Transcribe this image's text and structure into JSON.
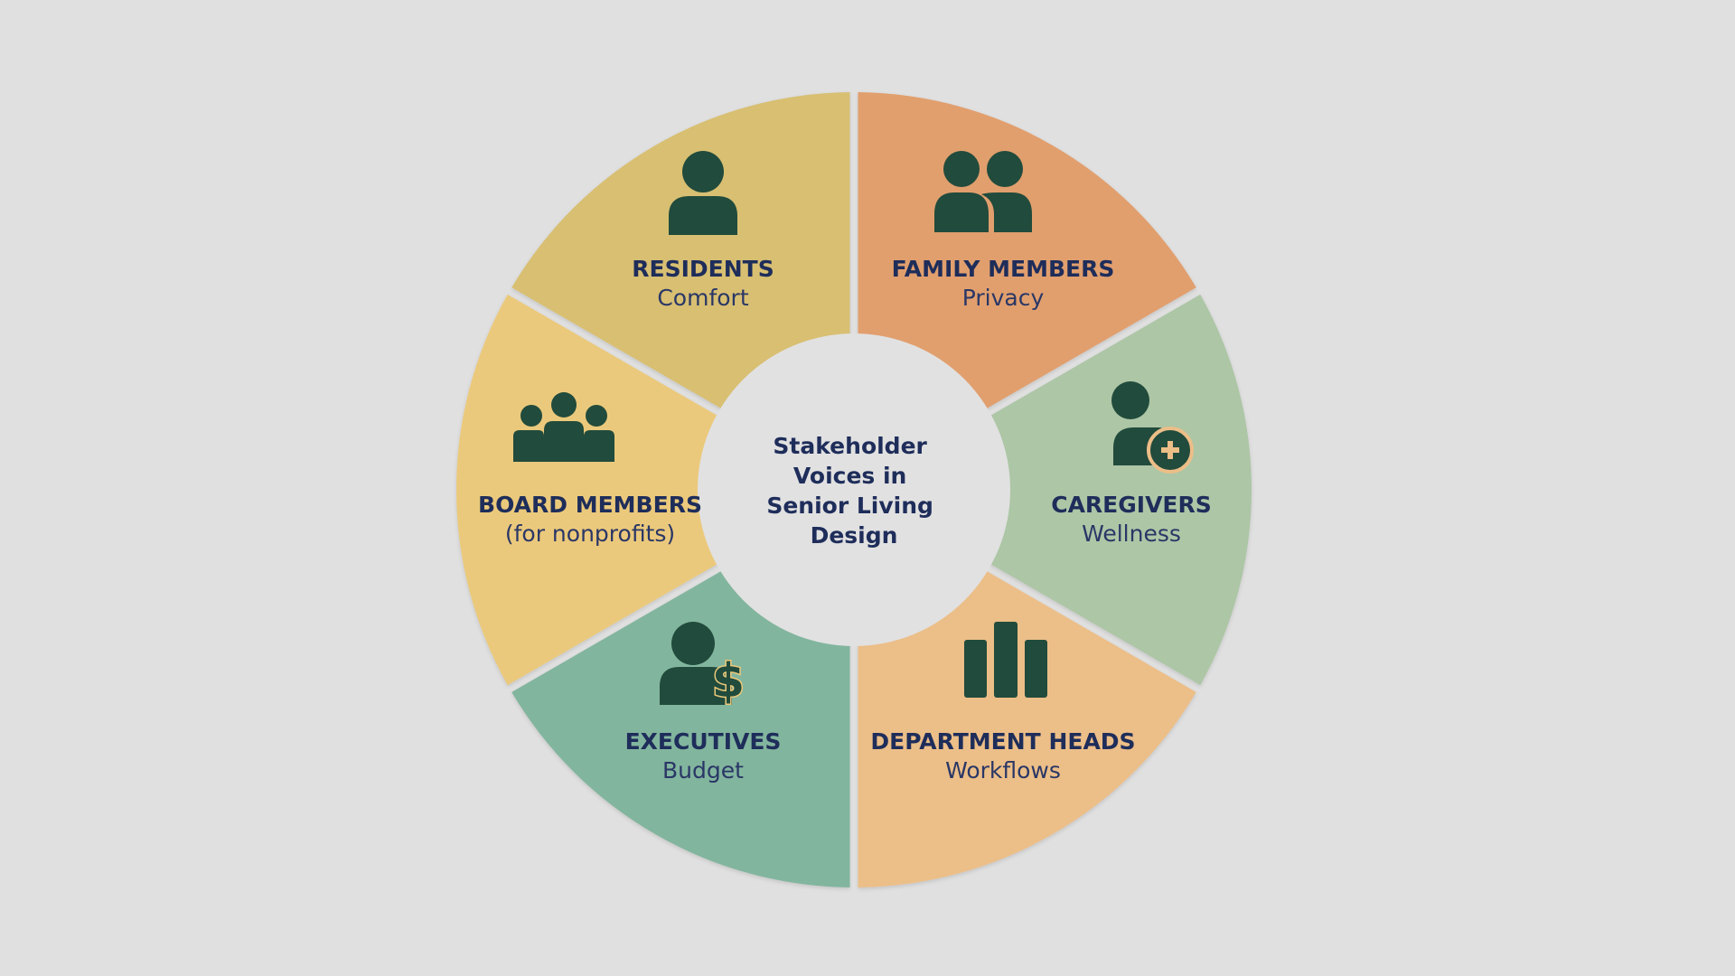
{
  "center": {
    "lines": [
      "Stakeholder",
      "Voices in",
      "Senior Living",
      "Design"
    ]
  },
  "colors": {
    "background": "#e0e0e0",
    "center_circle": "#e1e1e1",
    "icon": "#214b3c",
    "text": "#1e2d5a"
  },
  "segments": [
    {
      "id": "residents",
      "title": "RESIDENTS",
      "subtitle": "Comfort",
      "color": "#e19f6e",
      "icon": "person-icon"
    },
    {
      "id": "family-members",
      "title": "FAMILY MEMBERS",
      "subtitle": "Privacy",
      "color": "#adc6a6",
      "icon": "two-people-icon"
    },
    {
      "id": "caregivers",
      "title": "CAREGIVERS",
      "subtitle": "Wellness",
      "color": "#ecbe88",
      "icon": "person-plus-icon"
    },
    {
      "id": "department-heads",
      "title": "DEPARTMENT HEADS",
      "subtitle": "Workflows",
      "color": "#82b59e",
      "icon": "bar-chart-icon"
    },
    {
      "id": "executives",
      "title": "EXECUTIVES",
      "subtitle": "Budget",
      "color": "#ebc97b",
      "icon": "person-dollar-icon"
    },
    {
      "id": "board-members",
      "title": "BOARD MEMBERS",
      "subtitle": "(for nonprofits)",
      "color": "#d8bf72",
      "icon": "group-icon"
    }
  ]
}
